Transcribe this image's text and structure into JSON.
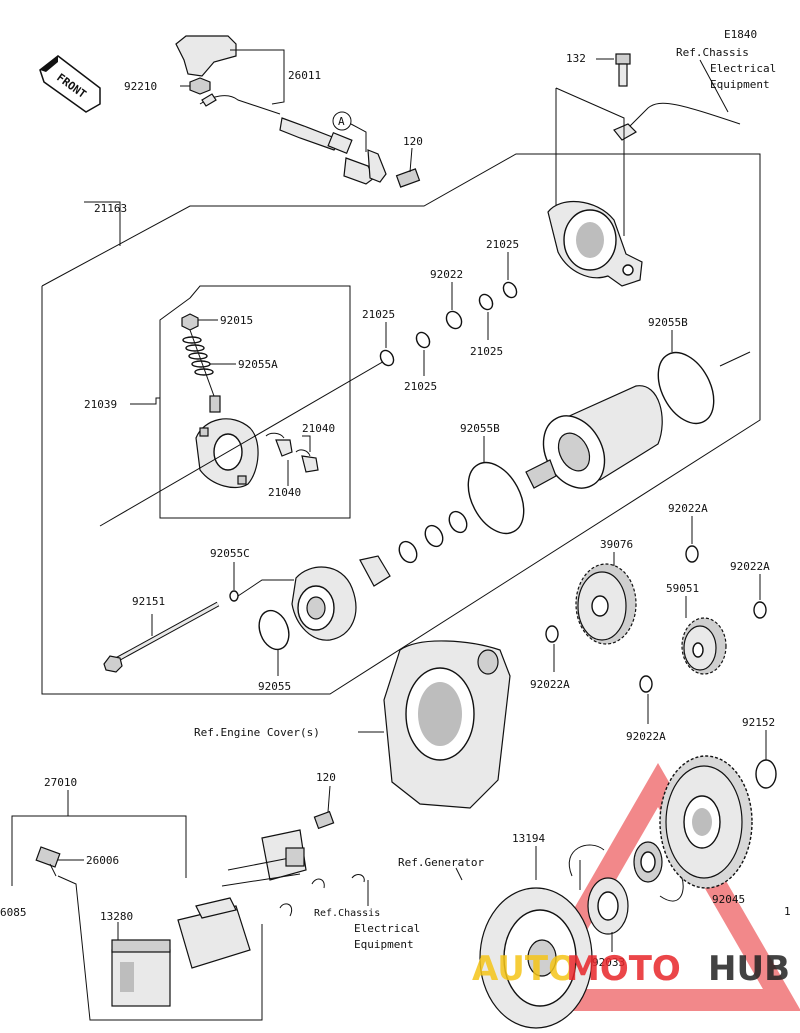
{
  "diagram_code": "E1840",
  "front_label": "FRONT",
  "callout_a": "A",
  "refs": {
    "chassis_electrical_1": [
      "Ref.Chassis",
      "Electrical",
      "Equipment"
    ],
    "chassis_electrical_2": [
      "Ref.Chassis",
      "Electrical",
      "Equipment"
    ],
    "engine_cover": "Ref.Engine Cover(s)",
    "generator": "Ref.Generator"
  },
  "part_labels": {
    "p26011": "26011",
    "p92210": "92210",
    "p120_top": "120",
    "p132": "132",
    "p21163": "21163",
    "p92015": "92015",
    "p92055A": "92055A",
    "p21039": "21039",
    "p21040_a": "21040",
    "p21040_b": "21040",
    "p21025_a": "21025",
    "p21025_b": "21025",
    "p21025_c": "21025",
    "p21025_d": "21025",
    "p92022": "92022",
    "p92055B_a": "92055B",
    "p92055B_b": "92055B",
    "p92055C": "92055C",
    "p92151": "92151",
    "p92055": "92055",
    "p39076": "39076",
    "p59051": "59051",
    "p92022A_a": "92022A",
    "p92022A_b": "92022A",
    "p92022A_c": "92022A",
    "p92022A_d": "92022A",
    "p92152": "92152",
    "p27010": "27010",
    "p26006": "26006",
    "p13280": "13280",
    "p120_bottom": "120",
    "p13194": "13194",
    "p92033": "92033",
    "p92045": "92045",
    "p6085": "6085"
  },
  "watermark": {
    "brand_part1": "AUTO",
    "brand_part2": "MOTO",
    "brand_part3": "HUB",
    "colors": {
      "yellow": "#f5c518",
      "red": "#e8262a",
      "dark": "#222222"
    }
  }
}
